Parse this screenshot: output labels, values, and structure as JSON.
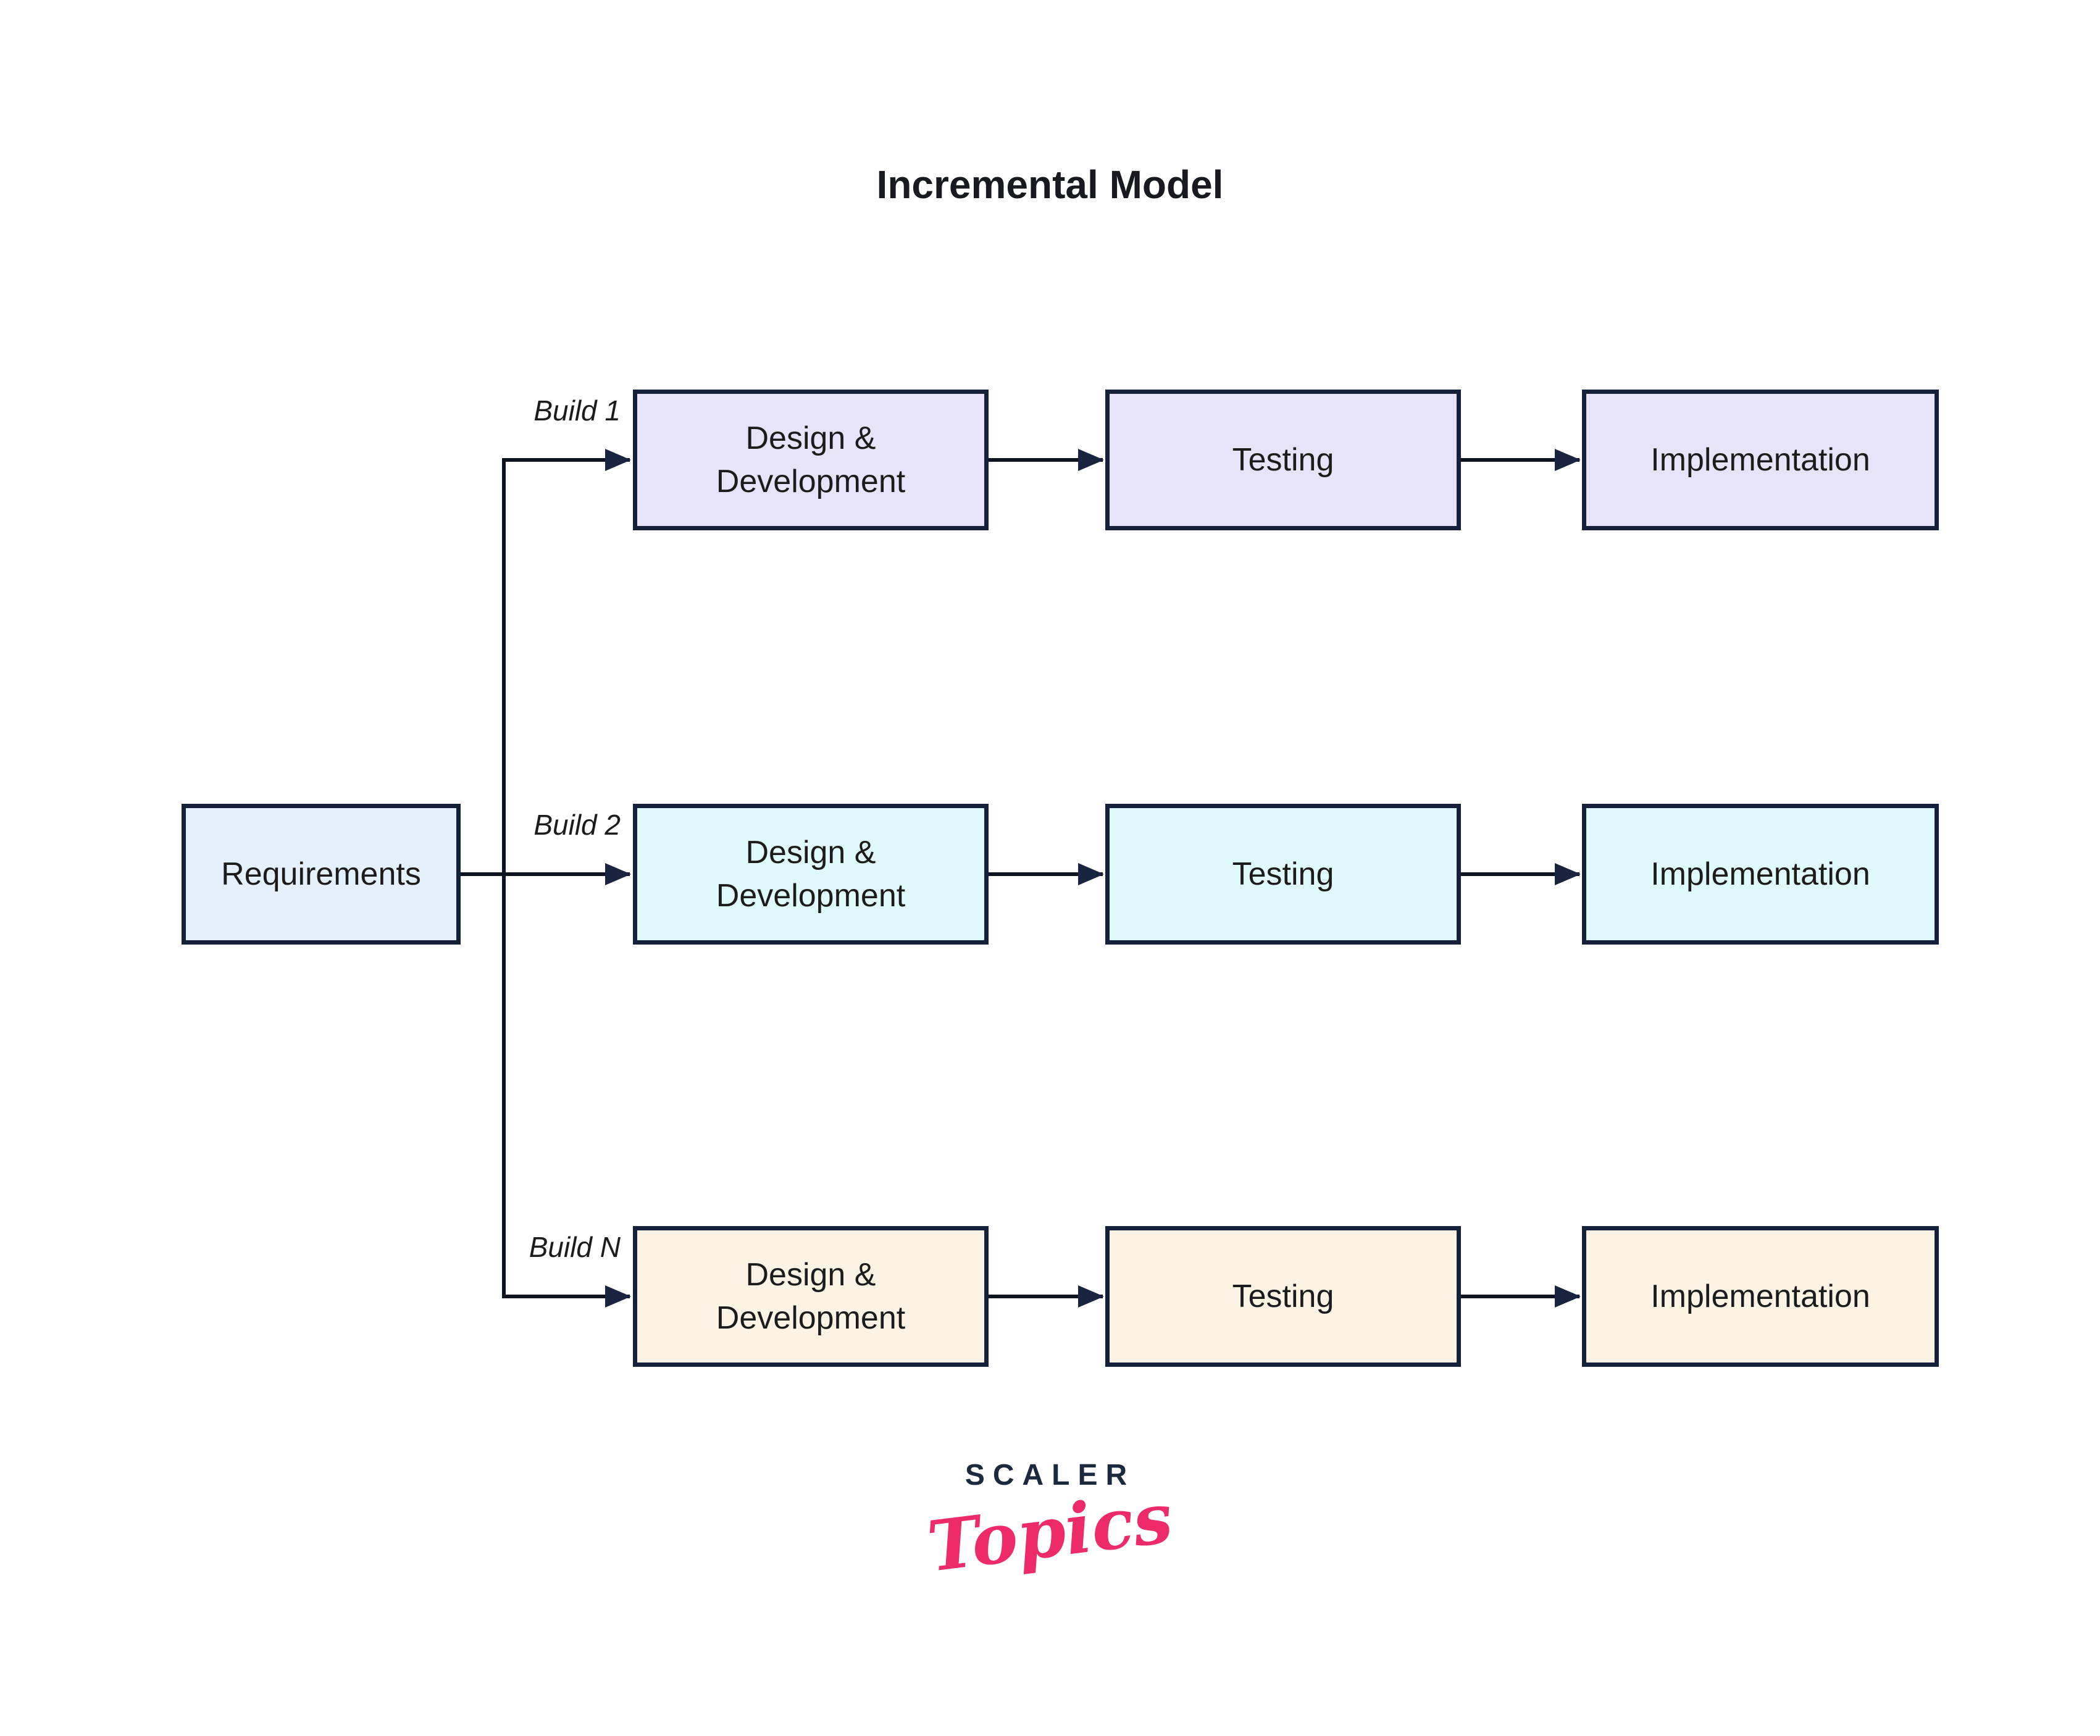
{
  "title": "Incremental Model",
  "requirements_label": "Requirements",
  "builds": [
    {
      "label": "Build 1",
      "stages": [
        "Design &\nDevelopment",
        "Testing",
        "Implementation"
      ]
    },
    {
      "label": "Build 2",
      "stages": [
        "Design &\nDevelopment",
        "Testing",
        "Implementation"
      ]
    },
    {
      "label": "Build N",
      "stages": [
        "Design &\nDevelopment",
        "Testing",
        "Implementation"
      ]
    }
  ],
  "logo": {
    "brand": "SCALER",
    "sub": "Topics"
  },
  "colors": {
    "background": "#ffffff",
    "box_border": "#15203a",
    "connector_line": "#0d1320",
    "arrowhead": "#182440",
    "requirements_fill": "#e4f1fc",
    "build1_fill": "#e7e4f9",
    "build2_fill": "#e0f9fb",
    "buildN_fill": "#fbf3e3",
    "text": "#1c1c1c",
    "logo_brand": "#1b2a3e",
    "logo_sub": "#ed2b68"
  }
}
